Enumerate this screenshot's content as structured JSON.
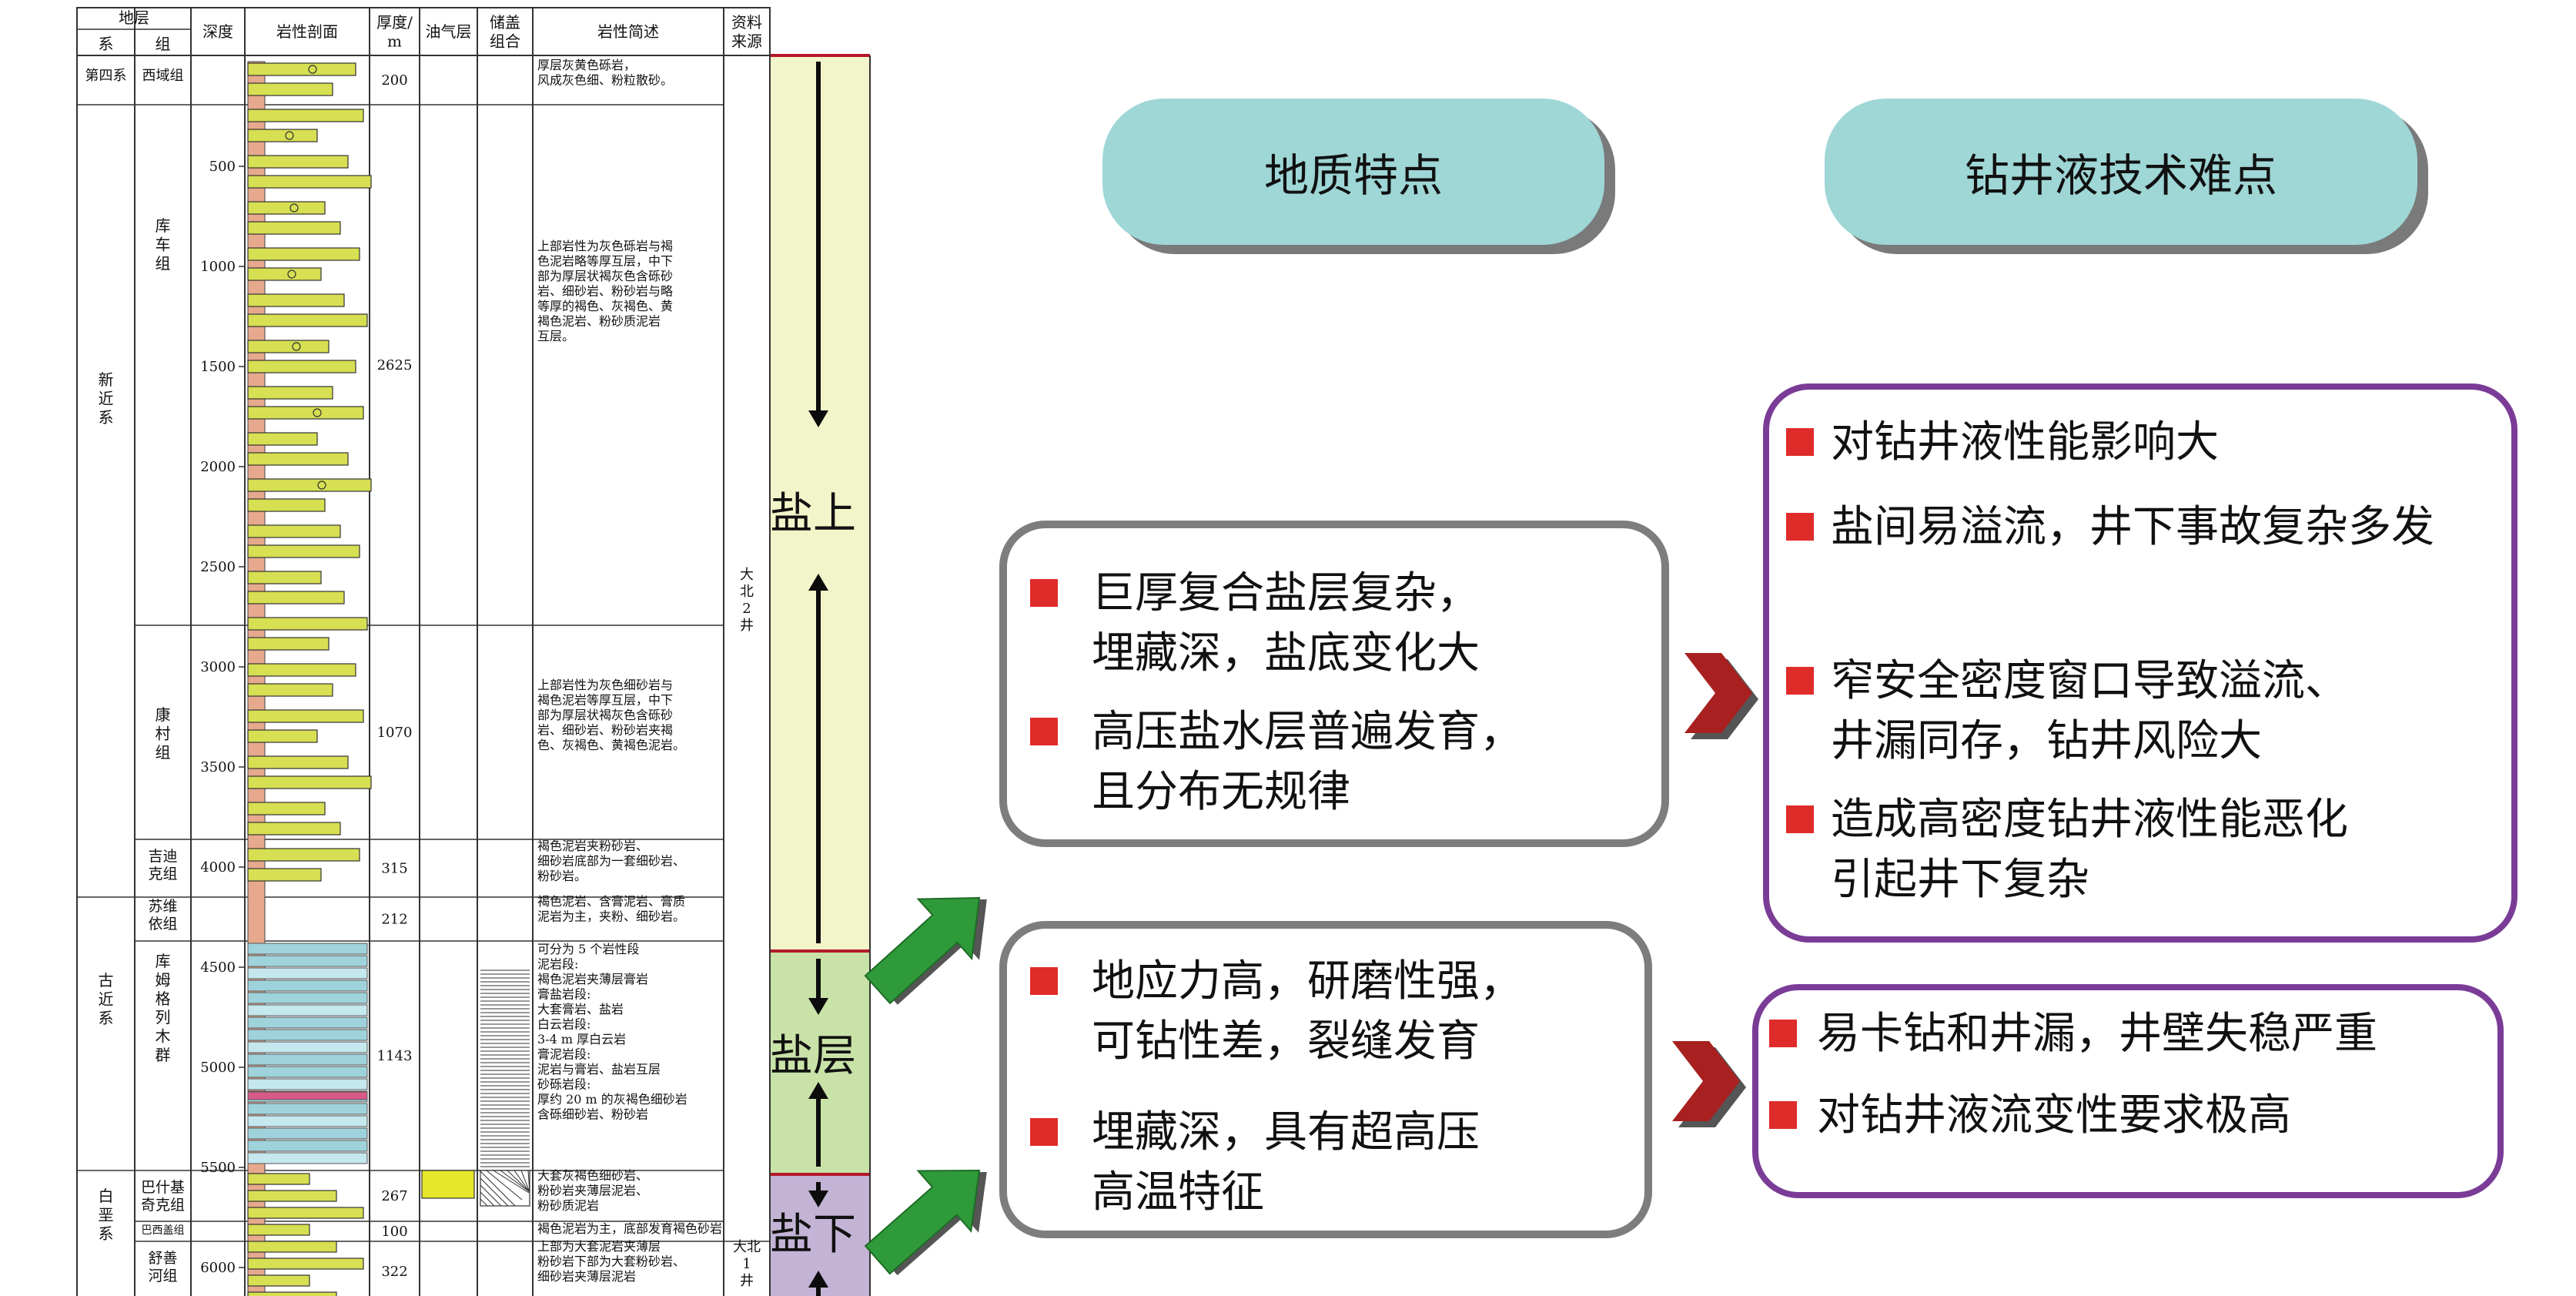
{
  "column_table": {
    "headers": {
      "strata": "地层",
      "system": "系",
      "group": "组",
      "depth": "深度",
      "profile": "岩性剖面",
      "thickness": "厚度/\nm",
      "oilgas": "油气层",
      "reservoir_cap": "储盖\n组合",
      "description": "岩性简述",
      "source": "资料\n来源"
    },
    "systems": [
      {
        "name": "第四系"
      },
      {
        "name": "新\n\n近\n\n系"
      },
      {
        "name": "古\n\n近\n\n系"
      },
      {
        "name": "白\n\n垩\n\n系"
      }
    ],
    "groups": [
      {
        "name": "西域组",
        "thickness": "200",
        "description": "厚层灰黄色砾岩，\n风成灰色细、粉粒散砂。"
      },
      {
        "name": "库\n\n\n车\n\n\n组",
        "thickness": "2625",
        "description": "上部岩性为灰色砾岩与褐\n色泥岩略等厚互层，中下\n部为厚层状褐灰色含砾砂\n岩、细砂岩、粉砂岩与略\n等厚的褐色、灰褐色、黄\n褐色泥岩、粉砂质泥岩\n互层。"
      },
      {
        "name": "康\n\n村\n\n组",
        "thickness": "1070",
        "description": "上部岩性为灰色细砂岩与\n褐色泥岩等厚互层，中下\n部为厚层状褐灰色含砾砂\n岩、细砂岩、粉砂岩夹褐\n色、灰褐色、黄褐色泥岩。"
      },
      {
        "name": "吉迪\n克组",
        "thickness": "315",
        "description": "褐色泥岩夹粉砂岩、\n细砂岩底部为一套细砂岩、\n粉砂岩。"
      },
      {
        "name": "苏维\n依组",
        "thickness": "212",
        "description": "褐色泥岩、含膏泥岩、膏质\n泥岩为主，夹粉、细砂岩。"
      },
      {
        "name": "库\n姆\n格\n列\n木\n群",
        "thickness": "1143",
        "description": "可分为 5 个岩性段\n泥岩段:\n褐色泥岩夹薄层膏岩\n膏盐岩段:\n大套膏岩、盐岩\n白云岩段:\n3-4 m 厚白云岩\n膏泥岩段:\n泥岩与膏岩、盐岩互层\n砂砾岩段:\n厚约 20 m 的灰褐色细砂岩\n含砾细砂岩、粉砂岩"
      },
      {
        "name": "巴什基\n奇克组",
        "thickness": "267",
        "description": "大套灰褐色细砂岩、\n粉砂岩夹薄层泥岩、\n粉砂质泥岩"
      },
      {
        "name": "巴西盖组",
        "thickness": "100",
        "description": "褐色泥岩为主，底部发育褐色砂岩"
      },
      {
        "name": "舒善\n河组",
        "thickness": "322",
        "description": "上部为大套泥岩夹薄层\n粉砂岩下部为大套粉砂岩、\n细砂岩夹薄层泥岩"
      }
    ],
    "depth_ticks": [
      "500",
      "1000",
      "1500",
      "2000",
      "2500",
      "3000",
      "3500",
      "4000",
      "4500",
      "5000",
      "5500",
      "6000"
    ],
    "source_upper": "大\n北\n2\n井",
    "source_lower": "大北\n1\n井"
  },
  "zones": [
    {
      "name": "盐上",
      "color": "#f2f5c9"
    },
    {
      "name": "盐层",
      "color": "#c8e2a8"
    },
    {
      "name": "盐下",
      "color": "#c3b4d6"
    }
  ],
  "headers": {
    "left": "地质特点",
    "right": "钻井液技术难点"
  },
  "geo_boxes": [
    {
      "items": [
        "巨厚复合盐层复杂，\n埋藏深，盐底变化大",
        "高压盐水层普遍发育，\n且分布无规律"
      ]
    },
    {
      "items": [
        "地应力高，研磨性强，\n可钻性差，裂缝发育",
        "埋藏深，具有超高压\n高温特征"
      ]
    }
  ],
  "diff_boxes": [
    {
      "items": [
        "对钻井液性能影响大",
        "盐间易溢流，井下事故复杂多发",
        "窄安全密度窗口导致溢流、\n井漏同存，钻井风险大",
        "造成高密度钻井液性能恶化\n引起井下复杂"
      ]
    },
    {
      "items": [
        "易卡钻和井漏，井壁失稳严重",
        "对钻井液流变性要求极高"
      ]
    }
  ],
  "colors": {
    "pill_fill": "#9fd6d6",
    "bullet": "#e02b2b",
    "geo_border": "#7d7d7d",
    "diff_border": "#7a3c97",
    "arrow_green": "#2f9a3a",
    "chevron": "#a82020",
    "column_sand": "#d7df52",
    "column_mud": "#e7a98d",
    "column_salt": "#9fd3dc"
  }
}
